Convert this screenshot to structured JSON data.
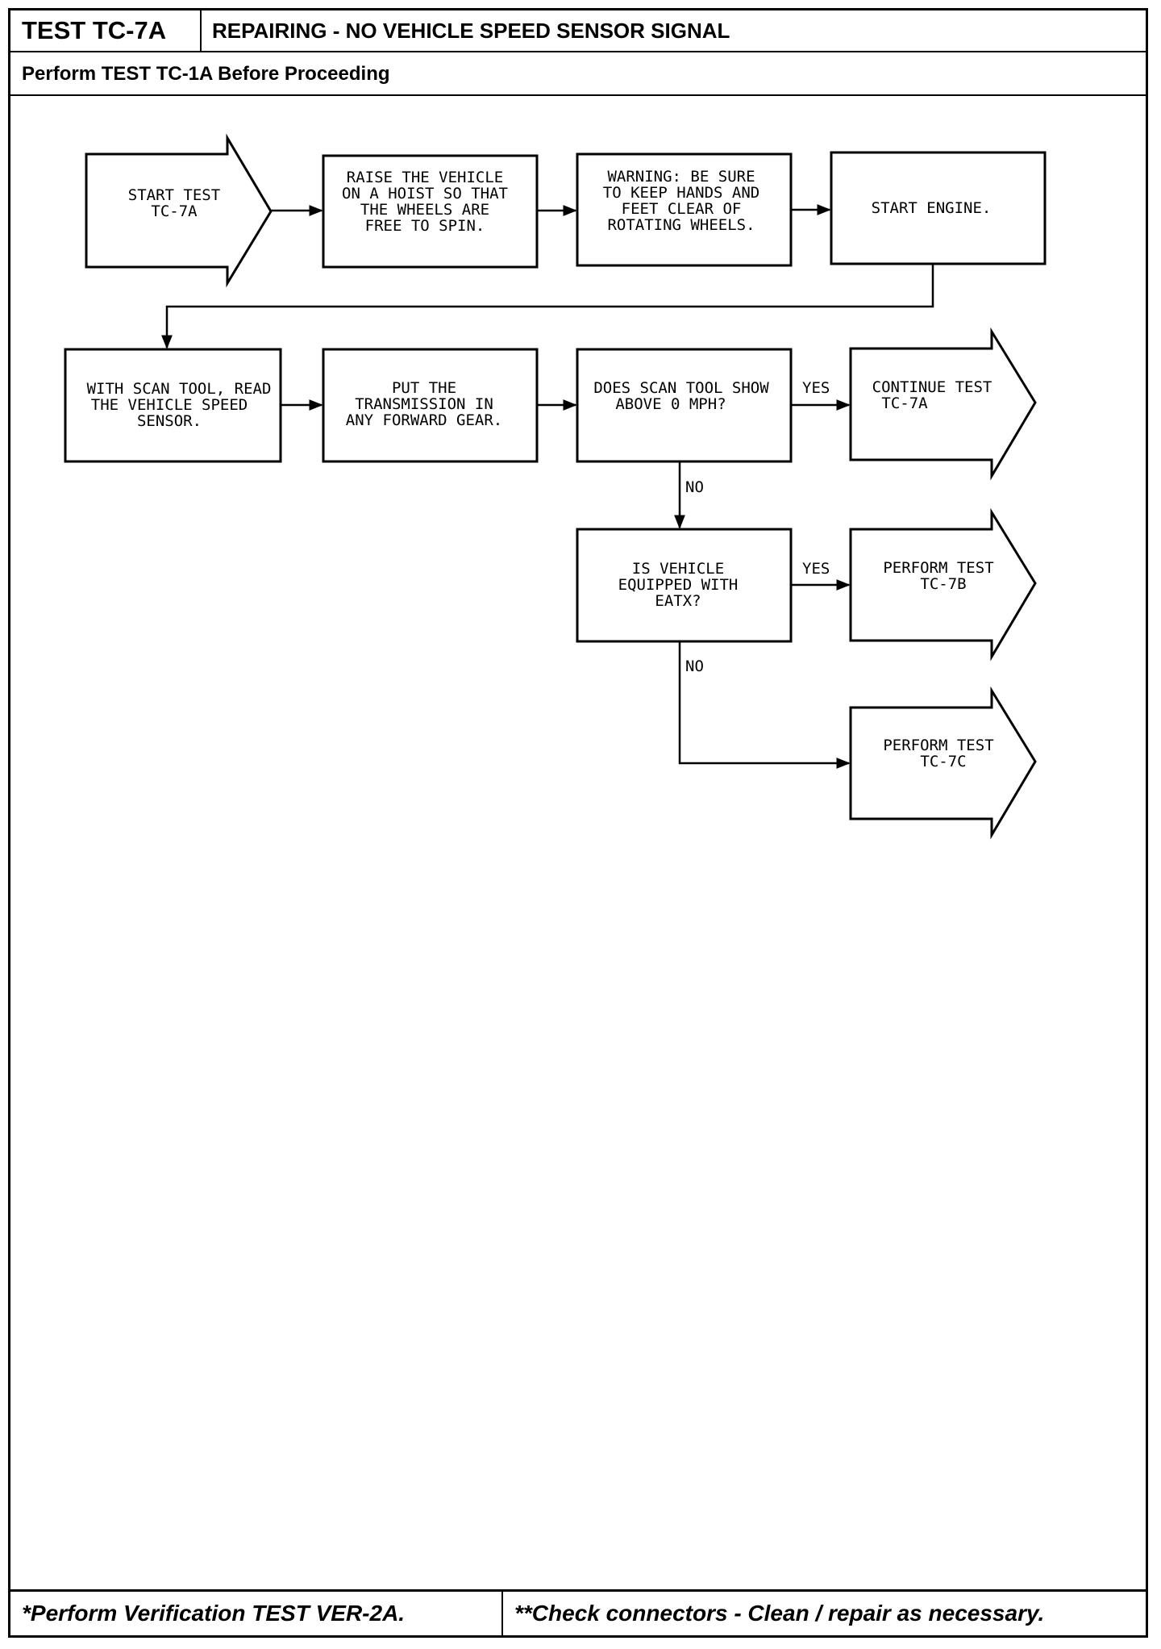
{
  "header": {
    "test_id": "TEST TC-7A",
    "title": "REPAIRING - NO VEHICLE SPEED SENSOR SIGNAL",
    "prerequisite": "Perform TEST TC-1A Before Proceeding"
  },
  "flowchart": {
    "start": [
      "START TEST",
      "TC-7A"
    ],
    "raise": [
      "RAISE THE VEHICLE",
      "ON A HOIST SO THAT",
      "THE WHEELS ARE",
      "FREE TO SPIN."
    ],
    "warning": [
      "WARNING: BE SURE",
      "TO KEEP HANDS AND",
      "FEET CLEAR OF",
      "ROTATING WHEELS."
    ],
    "start_engine": [
      "START ENGINE."
    ],
    "scan_tool": [
      "WITH SCAN TOOL, READ",
      "THE VEHICLE SPEED",
      "SENSOR."
    ],
    "put_trans": [
      "PUT THE",
      "TRANSMISSION IN",
      "ANY FORWARD GEAR."
    ],
    "does_scan": [
      "DOES SCAN TOOL SHOW",
      "ABOVE 0 MPH?"
    ],
    "continue": [
      "CONTINUE TEST",
      "TC-7A"
    ],
    "is_vehicle": [
      "IS VEHICLE",
      "EQUIPPED WITH",
      "EATX?"
    ],
    "perform_7b": [
      "PERFORM TEST",
      "TC-7B"
    ],
    "perform_7c": [
      "PERFORM TEST",
      "TC-7C"
    ],
    "yes_label": "YES",
    "no_label": "NO"
  },
  "footer": {
    "left_note": "*Perform Verification TEST VER-2A.",
    "right_note": "**Check connectors - Clean / repair as necessary."
  }
}
